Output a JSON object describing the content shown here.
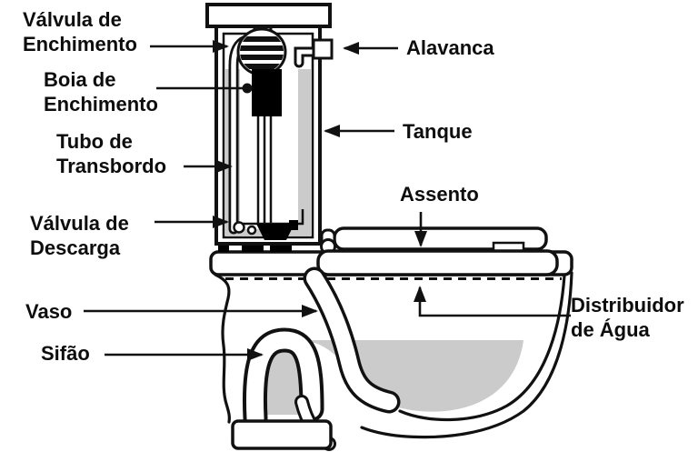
{
  "diagram": {
    "subject": "toilet-cross-section",
    "language": "pt-BR",
    "colors": {
      "background": "#ffffff",
      "line": "#1a1a1a",
      "water": "#cbcbcb",
      "text": "#0d0d0d",
      "float": "#000000"
    },
    "labels": {
      "valvula_enchimento": {
        "line1": "Válvula de",
        "line2": "Enchimento",
        "target": "fill-valve",
        "connector": "arrow-right"
      },
      "boia": {
        "line1": "Boia de",
        "line2": "Enchimento",
        "target": "float",
        "connector": "dot"
      },
      "tubo": {
        "line1": "Tubo de",
        "line2": "Transbordo",
        "target": "overflow-tube",
        "connector": "arrow-right"
      },
      "valvula_descarga": {
        "line1": "Válvula de",
        "line2": "Descarga",
        "target": "flush-valve",
        "connector": "arrow-right"
      },
      "vaso": {
        "line1": "Vaso",
        "target": "bowl",
        "connector": "arrow-right"
      },
      "sifao": {
        "line1": "Sifão",
        "target": "trap",
        "connector": "arrow-right"
      },
      "alavanca": {
        "line1": "Alavanca",
        "target": "handle",
        "connector": "arrow-left"
      },
      "tanque": {
        "line1": "Tanque",
        "target": "tank",
        "connector": "arrow-left"
      },
      "assento": {
        "line1": "Assento",
        "target": "seat",
        "connector": "arrow-down"
      },
      "distribuidor": {
        "line1": "Distribuidor",
        "line2": "de Água",
        "target": "water-distributor",
        "connector": "arrow-up"
      }
    }
  }
}
